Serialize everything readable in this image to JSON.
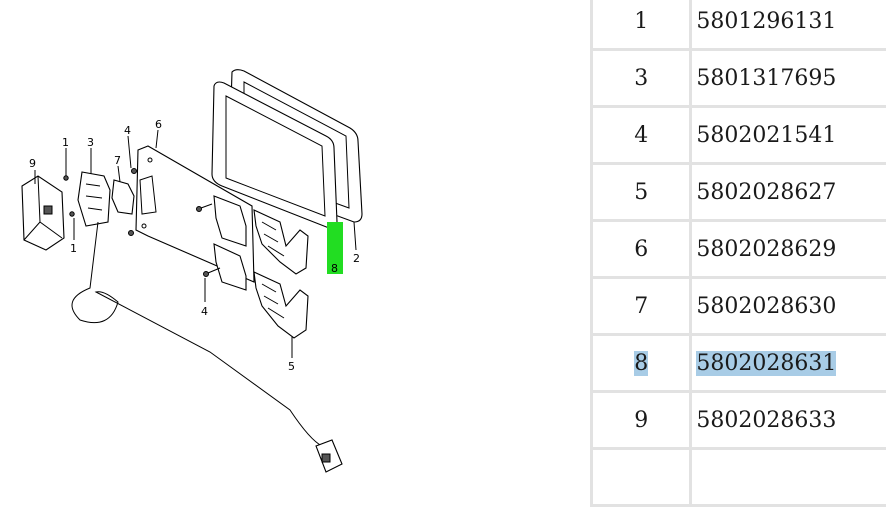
{
  "diagram": {
    "callouts": [
      "9",
      "1",
      "3",
      "4",
      "7",
      "6",
      "1",
      "4",
      "5",
      "8",
      "2"
    ],
    "highlight_color": "#22dd22"
  },
  "parts_table": {
    "selected_position": "8",
    "selection_color": "#a8cce6",
    "rows": [
      {
        "position": "1",
        "part_number": "5801296131"
      },
      {
        "position": "3",
        "part_number": "5801317695"
      },
      {
        "position": "4",
        "part_number": "5802021541"
      },
      {
        "position": "5",
        "part_number": "5802028627"
      },
      {
        "position": "6",
        "part_number": "5802028629"
      },
      {
        "position": "7",
        "part_number": "5802028630"
      },
      {
        "position": "8",
        "part_number": "5802028631"
      },
      {
        "position": "9",
        "part_number": "5802028633"
      },
      {
        "position": "",
        "part_number": ""
      }
    ]
  }
}
